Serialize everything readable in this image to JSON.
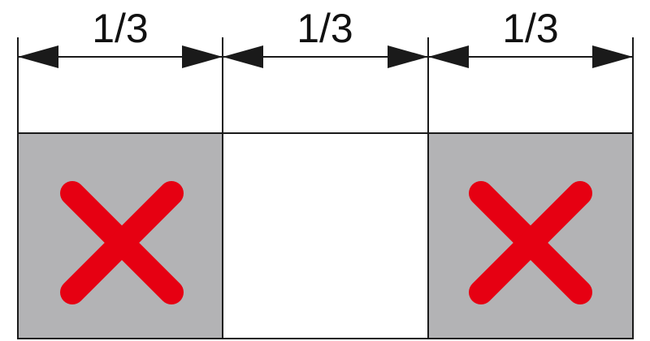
{
  "dimensions": [
    {
      "label": "1/3"
    },
    {
      "label": "1/3"
    },
    {
      "label": "1/3"
    }
  ],
  "segments": [
    {
      "state": "excluded",
      "fill": "#b3b3b5",
      "mark": "x-mark-icon"
    },
    {
      "state": "open",
      "fill": "#ffffff",
      "mark": ""
    },
    {
      "state": "excluded",
      "fill": "#b3b3b5",
      "mark": "x-mark-icon"
    }
  ],
  "colors": {
    "line": "#1a1a1a",
    "mark": "#e60012",
    "excluded_fill": "#b3b3b5",
    "open_fill": "#ffffff"
  }
}
